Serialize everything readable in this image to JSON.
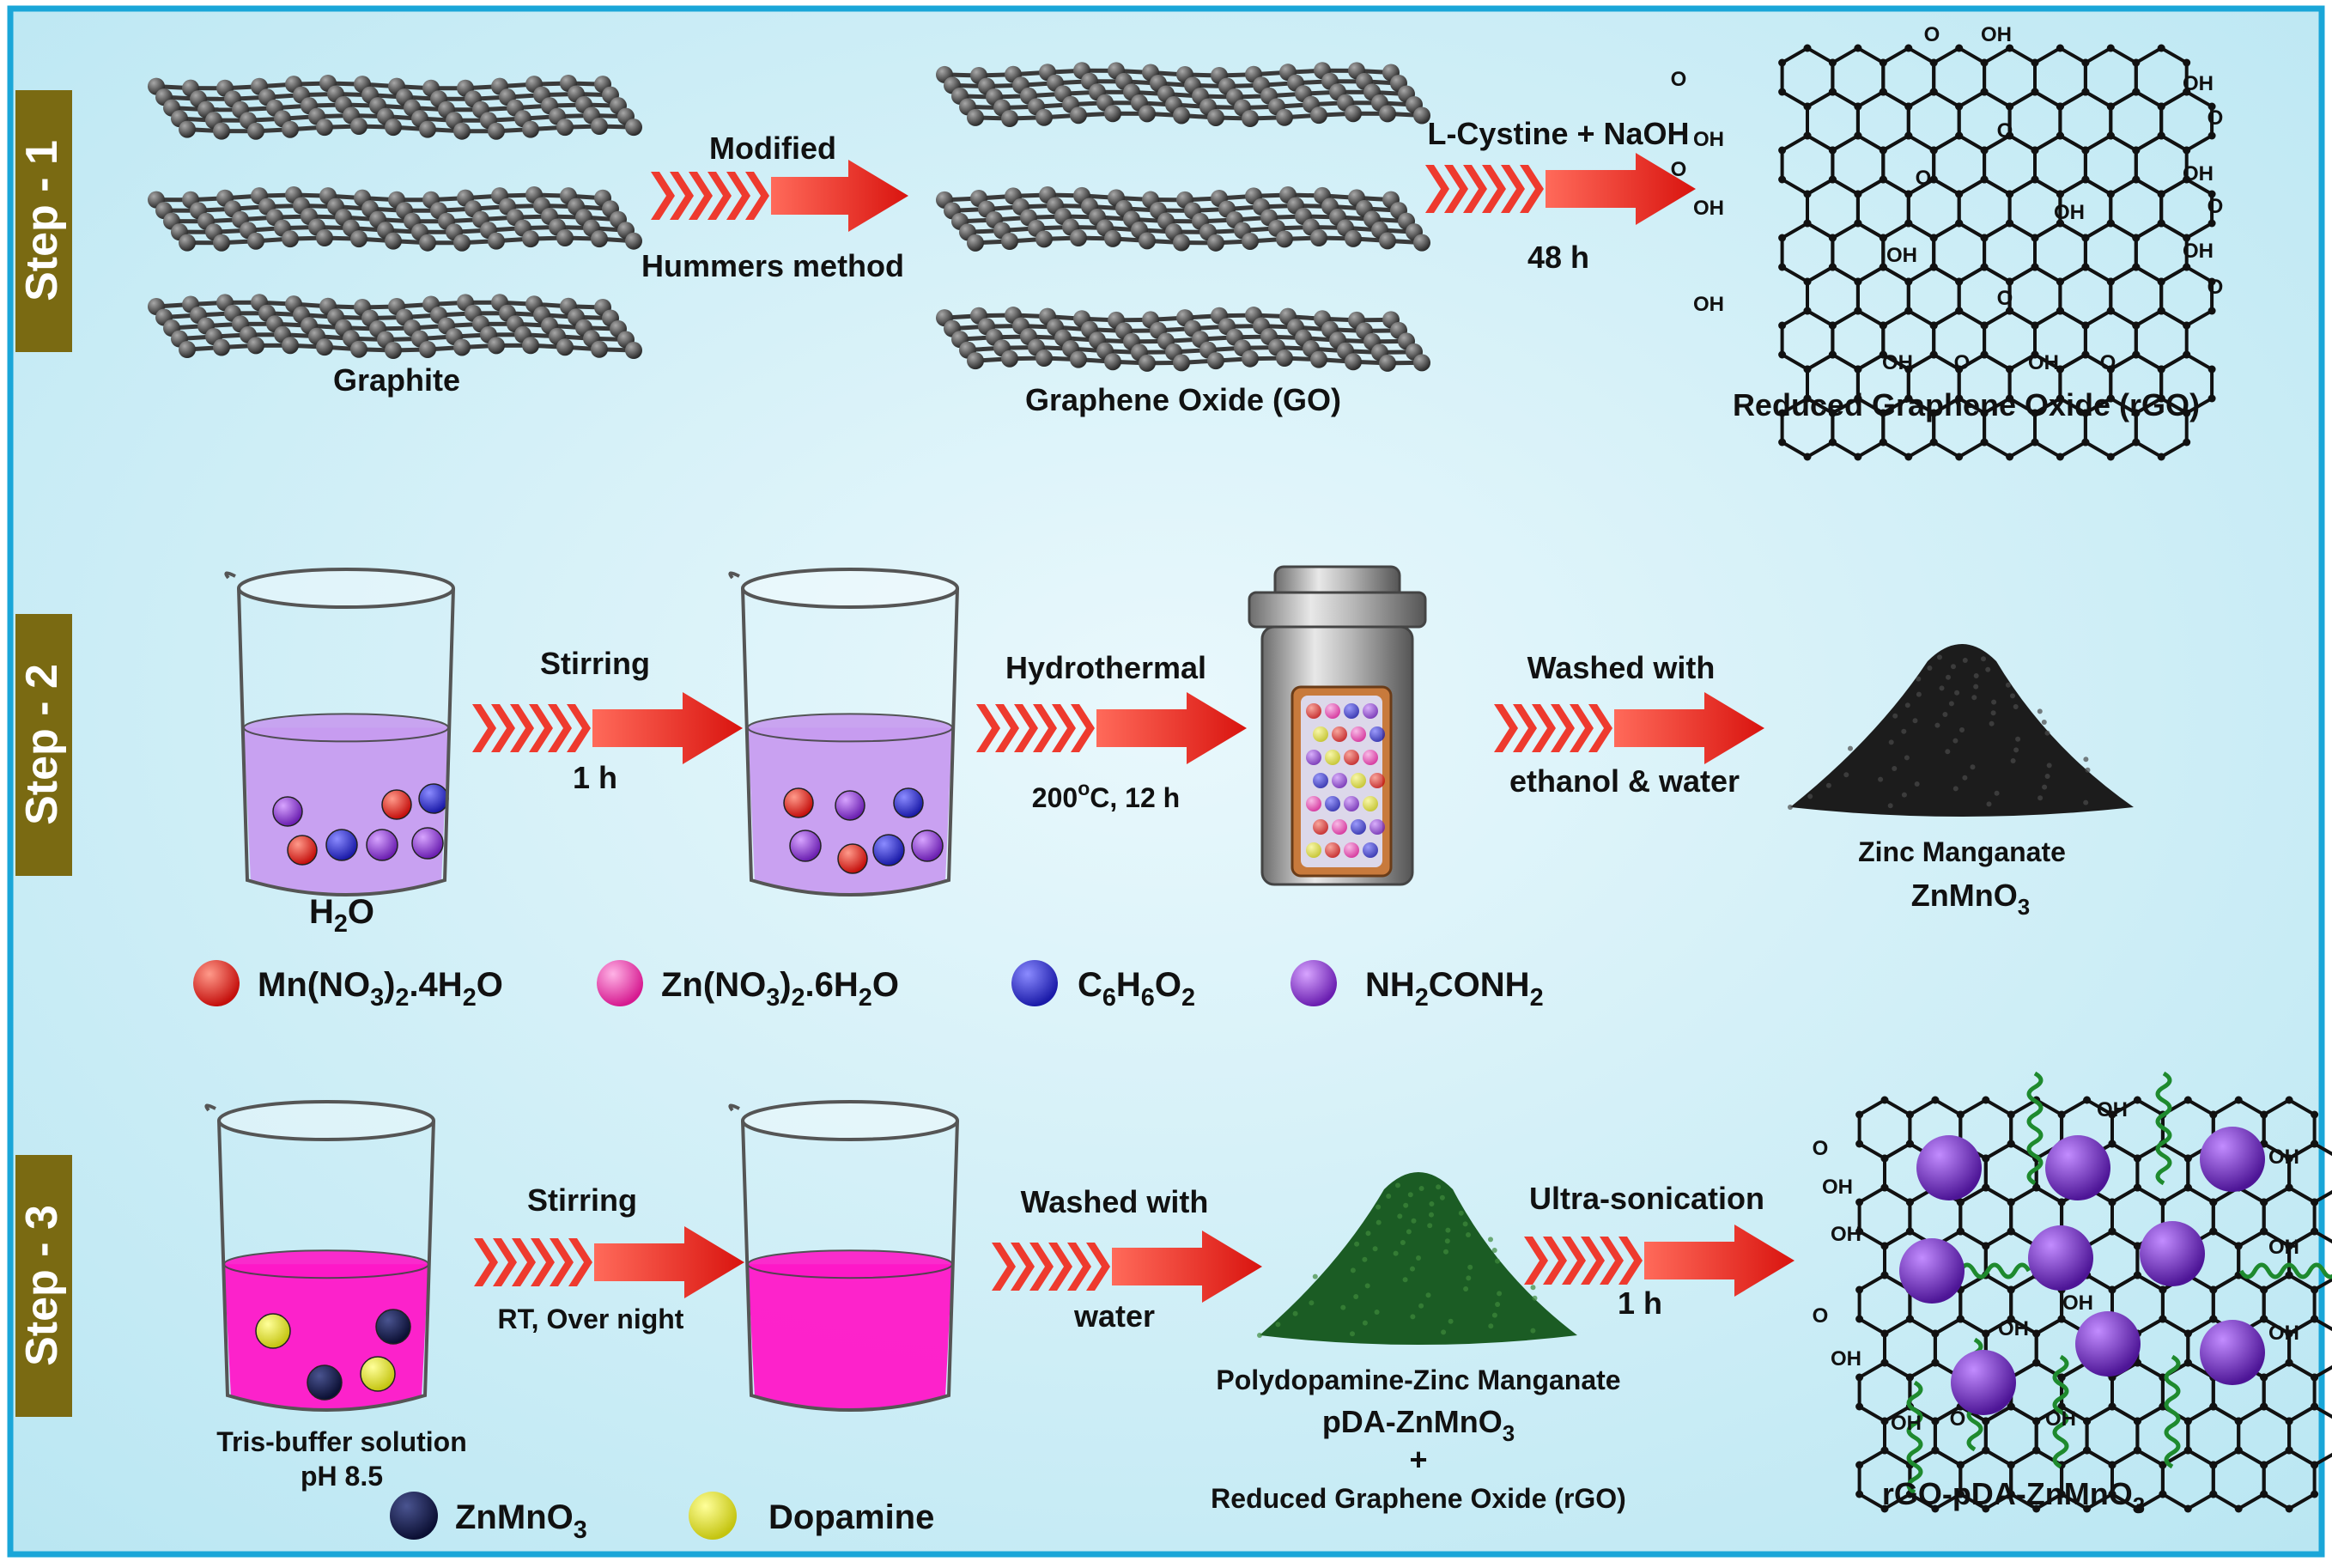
{
  "steps": {
    "one": {
      "tag": "Step - 1",
      "graphite": "Graphite",
      "arrow1_top": "Modified",
      "arrow1_bottom": "Hummers method",
      "go": "Graphene Oxide (GO)",
      "arrow2_top": "L-Cystine + NaOH",
      "arrow2_bottom": "48 h",
      "rgo": "Reduced Graphene Oxide (rGO)"
    },
    "two": {
      "tag": "Step - 2",
      "beaker1": [
        "H",
        "2",
        "O"
      ],
      "arrow1_top": "Stirring",
      "arrow1_bottom": "1 h",
      "arrow2_top": "Hydrothermal",
      "arrow2_bottom": [
        "200",
        "o",
        "C, 12 h"
      ],
      "arrow3_top": "Washed with",
      "arrow3_bottom": "ethanol & water",
      "product_name": "Zinc Manganate",
      "product_formula": [
        "ZnMnO",
        "3"
      ]
    },
    "legend2": [
      {
        "color": "#e8201e",
        "parts": [
          "Mn(NO",
          "3",
          ")",
          "2",
          ".4H",
          "2",
          "O"
        ]
      },
      {
        "color": "#f03aa6",
        "parts": [
          "Zn(NO",
          "3",
          ")",
          "2",
          ".6H",
          "2",
          "O"
        ]
      },
      {
        "color": "#2b2bd8",
        "parts": [
          "C",
          "6",
          "H",
          "6",
          "O",
          "2"
        ]
      },
      {
        "color": "#8a2fd0",
        "parts": [
          "NH",
          "2",
          "CONH",
          "2"
        ]
      }
    ],
    "three": {
      "tag": "Step - 3",
      "beaker1_line1": "Tris-buffer solution",
      "beaker1_line2": "pH 8.5",
      "arrow1_top": "Stirring",
      "arrow1_bottom": "RT, Over night",
      "arrow2_top": "Washed with",
      "arrow2_bottom": "water",
      "product_line1": "Polydopamine-Zinc Manganate",
      "product_line2": [
        "pDA-ZnMnO",
        "3"
      ],
      "product_plus": "+",
      "product_line3": "Reduced Graphene Oxide (rGO)",
      "arrow3_top": "Ultra-sonication",
      "arrow3_bottom": "1 h",
      "final": [
        "rGO-pDA-ZnMnO",
        "3"
      ]
    },
    "legend3": [
      {
        "color": "#131a4a",
        "parts": [
          "ZnMnO",
          "3"
        ]
      },
      {
        "color": "#eeea22",
        "parts": [
          "Dopamine"
        ]
      }
    ]
  },
  "rgo_groups": {
    "oh": "OH",
    "o": "O"
  },
  "colors": {
    "background": "#cdeef6",
    "border": "#1aa6d8",
    "step_tag": "#7a6a12",
    "arrow": "#e3231c",
    "beaker_purple": "#c79cf0",
    "beaker_pink": "#ff17c8",
    "powder_black": "#1c1c1c",
    "powder_green": "#1b5c24"
  }
}
